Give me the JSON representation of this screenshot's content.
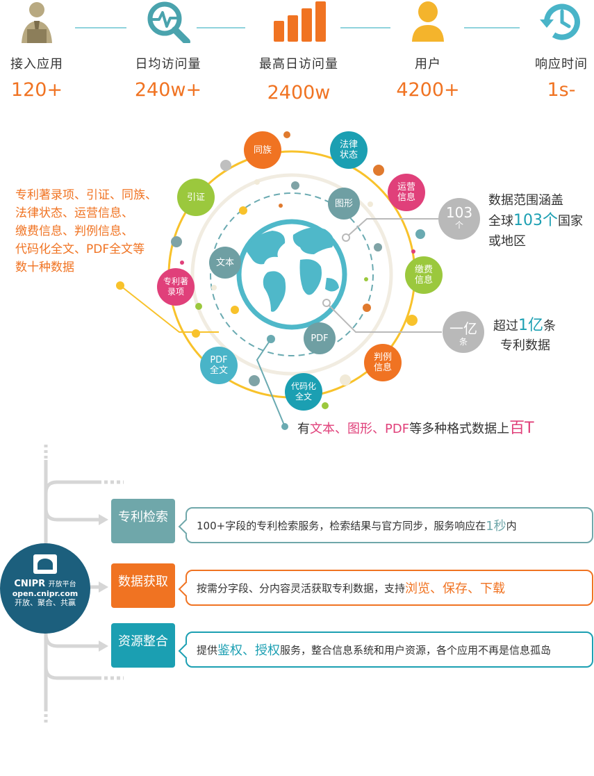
{
  "stats": [
    {
      "label": "接入应用",
      "value": "120+"
    },
    {
      "label": "日均访问量",
      "value": "240w+"
    },
    {
      "label": "最高日访问量",
      "value": "2400w"
    },
    {
      "label": "用户",
      "value": "4200+"
    },
    {
      "label": "响应时间",
      "value": "1s-"
    }
  ],
  "circle": {
    "outer_nodes": [
      "同族",
      "法律\n状态",
      "运营\n信息",
      "缴费\n信息",
      "判例\n信息",
      "代码化\n全文",
      "PDF\n全文",
      "专利著\n录项",
      "引证"
    ],
    "inner_nodes": [
      "图形",
      "文本",
      "PDF"
    ]
  },
  "left_note": [
    "专利著录项、引证、同族、",
    "法律状态、运营信息、",
    "缴费信息、判例信息、",
    "代码化全文、PDF全文等",
    "数十种数据"
  ],
  "coverage": {
    "badge_num": "103",
    "badge_unit": "个",
    "line1": "数据范围涵盖",
    "line2_pre": "全球",
    "line2_hl": "103个",
    "line2_post": "国家",
    "line3": "或地区"
  },
  "volume": {
    "badge_num": "一亿",
    "badge_unit": "条",
    "line1_pre": "超过",
    "line1_hl": "1亿",
    "line1_post": "条",
    "line2": "专利数据"
  },
  "formats": {
    "pre": "有",
    "hl1": "文本、图形、PDF",
    "mid": "等多种格式数据上",
    "hl2": "百T"
  },
  "logo": {
    "brand": "CNIPR",
    "platform": "开放平台",
    "url": "open.cnipr.com",
    "slogan": "开放、聚合、共赢"
  },
  "services": [
    {
      "label": "专利检索",
      "text_pre": "100+字段的专利检索服务，检索结果与官方同步，服务响应在 ",
      "text_hl": "1秒",
      "text_post": " 内",
      "color": "#6fa7aa"
    },
    {
      "label": "数据获取",
      "text_pre": "按需分字段、分内容灵活获取专利数据，支持 ",
      "text_hl": "浏览、保存、下载",
      "text_post": "",
      "color": "#f07322"
    },
    {
      "label": "资源整合",
      "text_pre": "提供 ",
      "text_hl": "鉴权、授权",
      "text_post": " 服务，整合信息系统和用户资源，各个应用不再是信息孤岛",
      "color": "#1b9fb2"
    }
  ],
  "colors": {
    "orange": "#f07322",
    "teal": "#49b4c8",
    "pink": "#e0407a",
    "green": "#9bc83d",
    "grey": "#7fa3a6"
  }
}
